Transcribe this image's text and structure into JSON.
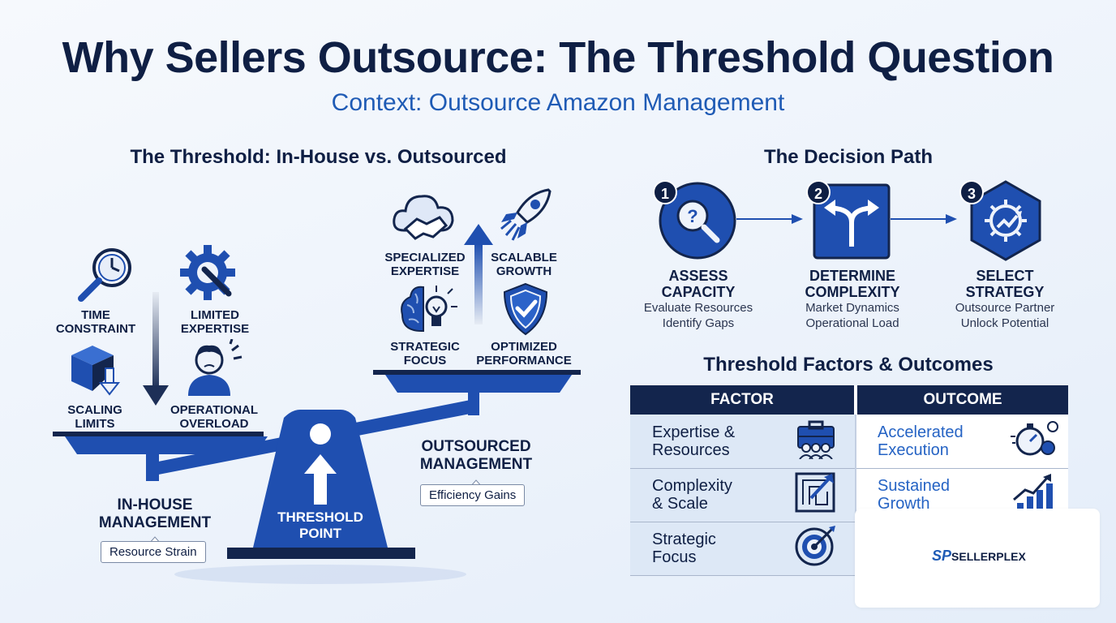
{
  "header": {
    "title": "Why Sellers Outsource: The Threshold Question",
    "subtitle": "Context: Outsource Amazon Management"
  },
  "threshold": {
    "heading": "The Threshold: In-House vs. Outsourced",
    "inhouse_items": [
      {
        "label_1": "TIME",
        "label_2": "CONSTRAINT",
        "icon": "clock-magnifier-icon"
      },
      {
        "label_1": "LIMITED",
        "label_2": "EXPERTISE",
        "icon": "gear-wrench-icon"
      },
      {
        "label_1": "SCALING",
        "label_2": "LIMITS",
        "icon": "box-down-icon"
      },
      {
        "label_1": "OPERATIONAL",
        "label_2": "OVERLOAD",
        "icon": "stressed-person-icon"
      }
    ],
    "outsourced_items": [
      {
        "label_1": "SPECIALIZED",
        "label_2": "EXPERTISE",
        "icon": "cloud-handshake-icon"
      },
      {
        "label_1": "SCALABLE",
        "label_2": "GROWTH",
        "icon": "rocket-icon"
      },
      {
        "label_1": "STRATEGIC",
        "label_2": "FOCUS",
        "icon": "brain-bulb-icon"
      },
      {
        "label_1": "OPTIMIZED",
        "label_2": "PERFORMANCE",
        "icon": "shield-check-icon"
      }
    ],
    "inhouse_label_1": "IN-HOUSE",
    "inhouse_label_2": "MANAGEMENT",
    "inhouse_pill": "Resource Strain",
    "outsourced_label_1": "OUTSOURCED",
    "outsourced_label_2": "MANAGEMENT",
    "outsourced_pill": "Efficiency Gains",
    "fulcrum_label_1": "THRESHOLD",
    "fulcrum_label_2": "POINT"
  },
  "decision_path": {
    "heading": "The Decision Path",
    "steps": [
      {
        "number": "1",
        "title_1": "ASSESS",
        "title_2": "CAPACITY",
        "sub_1": "Evaluate Resources",
        "sub_2": "Identify Gaps",
        "icon": "question-magnifier-icon"
      },
      {
        "number": "2",
        "title_1": "DETERMINE",
        "title_2": "COMPLEXITY",
        "sub_1": "Market Dynamics",
        "sub_2": "Operational Load",
        "icon": "split-arrows-icon"
      },
      {
        "number": "3",
        "title_1": "SELECT",
        "title_2": "STRATEGY",
        "sub_1": "Outsource Partner",
        "sub_2": "Unlock Potential",
        "icon": "gear-growth-icon"
      }
    ]
  },
  "factors_table": {
    "heading": "Threshold Factors & Outcomes",
    "col_factor": "FACTOR",
    "col_outcome": "OUTCOME",
    "rows": [
      {
        "factor_1": "Expertise &",
        "factor_2": "Resources",
        "factor_icon": "toolbox-team-icon",
        "outcome_1": "Accelerated",
        "outcome_2": "Execution",
        "outcome_icon": "stopwatch-gears-icon"
      },
      {
        "factor_1": "Complexity",
        "factor_2": "& Scale",
        "factor_icon": "maze-arrow-icon",
        "outcome_1": "Sustained",
        "outcome_2": "Growth",
        "outcome_icon": "bar-growth-icon"
      },
      {
        "factor_1": "Strategic",
        "factor_2": "Focus",
        "factor_icon": "target-icon",
        "outcome_1": "",
        "outcome_2": "",
        "outcome_icon": ""
      }
    ]
  },
  "logo": {
    "mark": "SP",
    "text": "SELLERPLEX"
  },
  "colors": {
    "navy": "#0f1f44",
    "royal_blue": "#1f4fb0",
    "accent_blue": "#2563c4",
    "light_blue_cell": "#dde8f6"
  }
}
